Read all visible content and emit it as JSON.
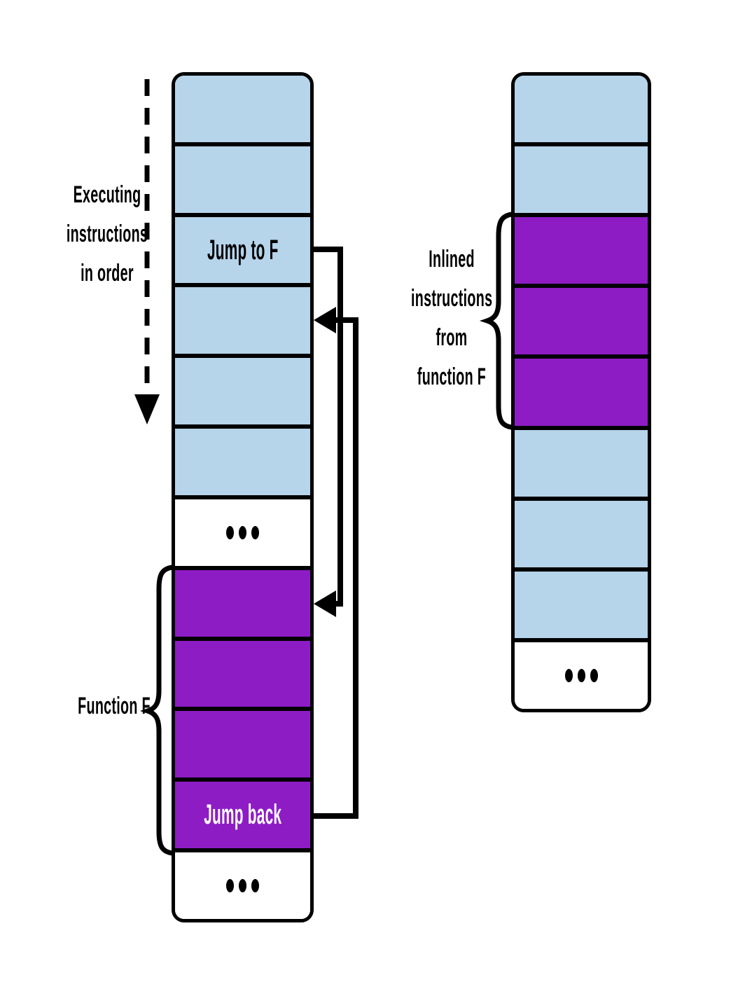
{
  "colors": {
    "background": "#ffffff",
    "cell_blue": "#b6d4ea",
    "cell_purple": "#8e1cc5",
    "line": "#000000",
    "jump_back_text": "#ffffff"
  },
  "labels": {
    "execution_order": [
      "Executing",
      "instructions",
      "in order"
    ],
    "function_f": "Function F",
    "inlined": [
      "Inlined",
      "instructions",
      "from",
      "function F"
    ]
  },
  "left_column": {
    "cells": [
      {
        "kind": "blue",
        "name": "instruction-cell"
      },
      {
        "kind": "blue",
        "name": "instruction-cell"
      },
      {
        "kind": "blue",
        "name": "jump-to-f-cell",
        "label": "Jump to F",
        "label_color": "black"
      },
      {
        "kind": "blue",
        "name": "instruction-cell"
      },
      {
        "kind": "blue",
        "name": "instruction-cell"
      },
      {
        "kind": "blue",
        "name": "instruction-cell"
      },
      {
        "kind": "white",
        "name": "ellipsis-cell",
        "dots": true
      },
      {
        "kind": "purple",
        "name": "function-f-cell"
      },
      {
        "kind": "purple",
        "name": "function-f-cell"
      },
      {
        "kind": "purple",
        "name": "function-f-cell"
      },
      {
        "kind": "purple",
        "name": "jump-back-cell",
        "label": "Jump back",
        "label_color": "white"
      },
      {
        "kind": "white",
        "name": "ellipsis-cell",
        "dots": true
      }
    ]
  },
  "right_column": {
    "cells": [
      {
        "kind": "blue",
        "name": "instruction-cell"
      },
      {
        "kind": "blue",
        "name": "instruction-cell"
      },
      {
        "kind": "purple",
        "name": "inlined-instruction-cell"
      },
      {
        "kind": "purple",
        "name": "inlined-instruction-cell"
      },
      {
        "kind": "purple",
        "name": "inlined-instruction-cell"
      },
      {
        "kind": "blue",
        "name": "instruction-cell"
      },
      {
        "kind": "blue",
        "name": "instruction-cell"
      },
      {
        "kind": "blue",
        "name": "instruction-cell"
      },
      {
        "kind": "white",
        "name": "ellipsis-cell",
        "dots": true
      }
    ]
  }
}
